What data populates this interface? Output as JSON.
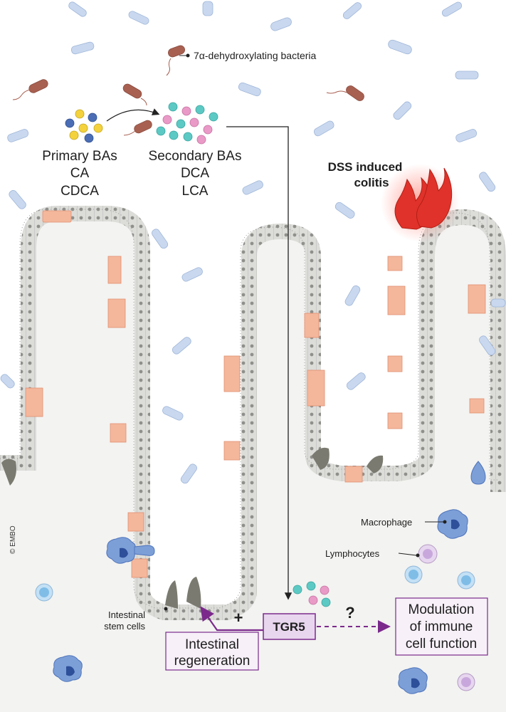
{
  "labels": {
    "bacteria": "7α-dehydroxylating bacteria",
    "primary_title": "Primary BAs",
    "primary_1": "CA",
    "primary_2": "CDCA",
    "secondary_title": "Secondary BAs",
    "secondary_1": "DCA",
    "secondary_2": "LCA",
    "colitis_1": "DSS induced",
    "colitis_2": "colitis",
    "macrophage": "Macrophage",
    "lymphocytes": "Lymphocytes",
    "stem_1": "Intestinal",
    "stem_2": "stem cells",
    "plus": "+",
    "question": "?",
    "tgr5": "TGR5",
    "regen_1": "Intestinal",
    "regen_2": "regeneration",
    "modulation_1": "Modulation",
    "modulation_2": "of immune",
    "modulation_3": "cell function",
    "copyright": "© EMBO"
  },
  "colors": {
    "lumen_bg": "#ffffff",
    "tissue": "#f3f3f1",
    "epithelium": "#dcdcd9",
    "enterocyte_pink": "#f4b79c",
    "bacteria_blue": "#c9d8ef",
    "bacteria_brown": "#a86050",
    "purple_accent": "#7b2a8c",
    "box_fill": "#f7f0f8",
    "flame": "#e0322a"
  },
  "icons": {
    "flame": "flame-icon",
    "bacterium": "bacterium-icon",
    "macrophage": "macrophage-icon",
    "lymphocyte": "lymphocyte-icon"
  }
}
